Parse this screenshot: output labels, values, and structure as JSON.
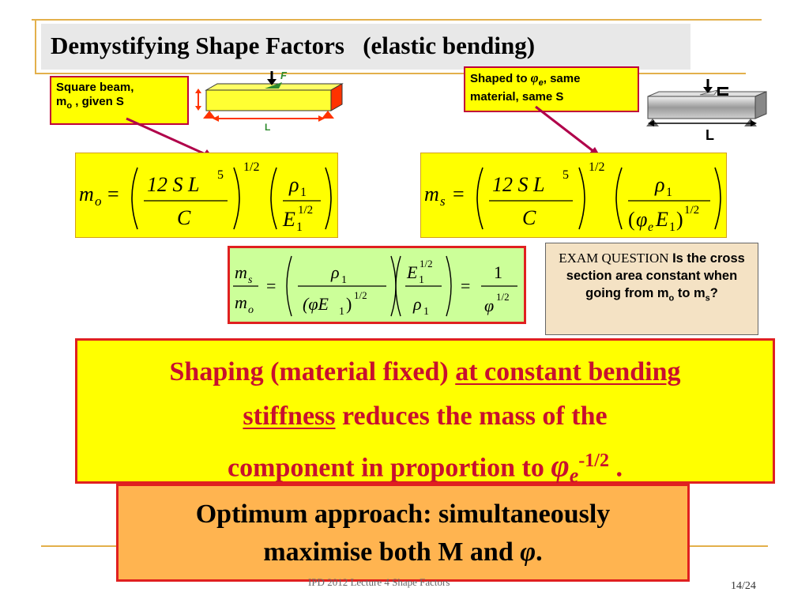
{
  "slide": {
    "title": "Demystifying Shape Factors   (elastic bending)",
    "footer": "IPD 2012 Lecture 4 Shape Factors",
    "page_number": "14/24"
  },
  "labels": {
    "square_beam": {
      "line1": "Square beam,",
      "m": "m",
      "sub_o": "o",
      "rest": " ,  given S"
    },
    "shaped": {
      "line1a": "Shaped to ",
      "phi": "φ",
      "sub_e": "e",
      "line1b": ", same",
      "line2": "material, same S"
    }
  },
  "diagrams": {
    "left_beam": {
      "force_label": "F",
      "length_label": "L"
    },
    "right_beam": {
      "length_label": "L"
    }
  },
  "formulas": {
    "mo": {
      "lhs": "m",
      "lhs_sub": "o",
      "num": "12 S L",
      "num_exp": "5",
      "den": "C",
      "outer_exp": "1/2",
      "rho": "ρ",
      "rho_sub": "1",
      "E": "E",
      "E_sub": "1",
      "E_exp": "1/2"
    },
    "ms": {
      "lhs": "m",
      "lhs_sub": "s",
      "num": "12 S L",
      "num_exp": "5",
      "den": "C",
      "outer_exp": "1/2",
      "rho": "ρ",
      "rho_sub": "1",
      "phi": "φ",
      "phi_sub": "e",
      "E": "E",
      "E_sub": "1",
      "E_exp": "1/2"
    },
    "ratio": {
      "ms": "m",
      "ms_sub": "s",
      "mo": "m",
      "mo_sub": "o",
      "rho": "ρ",
      "rho_sub": "1",
      "phiE": "(φE",
      "phiE_sub": "1",
      "phiE_close": ")",
      "exp": "1/2",
      "E": "E",
      "E_sub": "1",
      "one": "1",
      "phi": "φ"
    }
  },
  "exam_question": {
    "caps": "EXAM QUESTION",
    "text1": " Is the cross section area constant when going from m",
    "sub_o": "o",
    "text2": " to m",
    "sub_s": "s",
    "text3": "?"
  },
  "shaping": {
    "part1": "Shaping (material fixed) ",
    "underline1": "at constant bending",
    "underline2": "stiffness",
    "part2": "  reduces the mass of  the",
    "part3": "component  in proportion to ",
    "phi": "φ",
    "sub": "e",
    "sup": "-1/2",
    "end": " ."
  },
  "optimum": {
    "line1": "Optimum approach: simultaneously",
    "line2a": "maximise both M and ",
    "phi": "φ",
    "end": "."
  },
  "colors": {
    "accent_frame": "#e3b04b",
    "highlight": "#ffff00",
    "emphasis_red": "#c8102e",
    "optimum_fill": "#ffb450",
    "ratio_fill": "#ccff99",
    "exam_fill": "#f4e2c4"
  }
}
